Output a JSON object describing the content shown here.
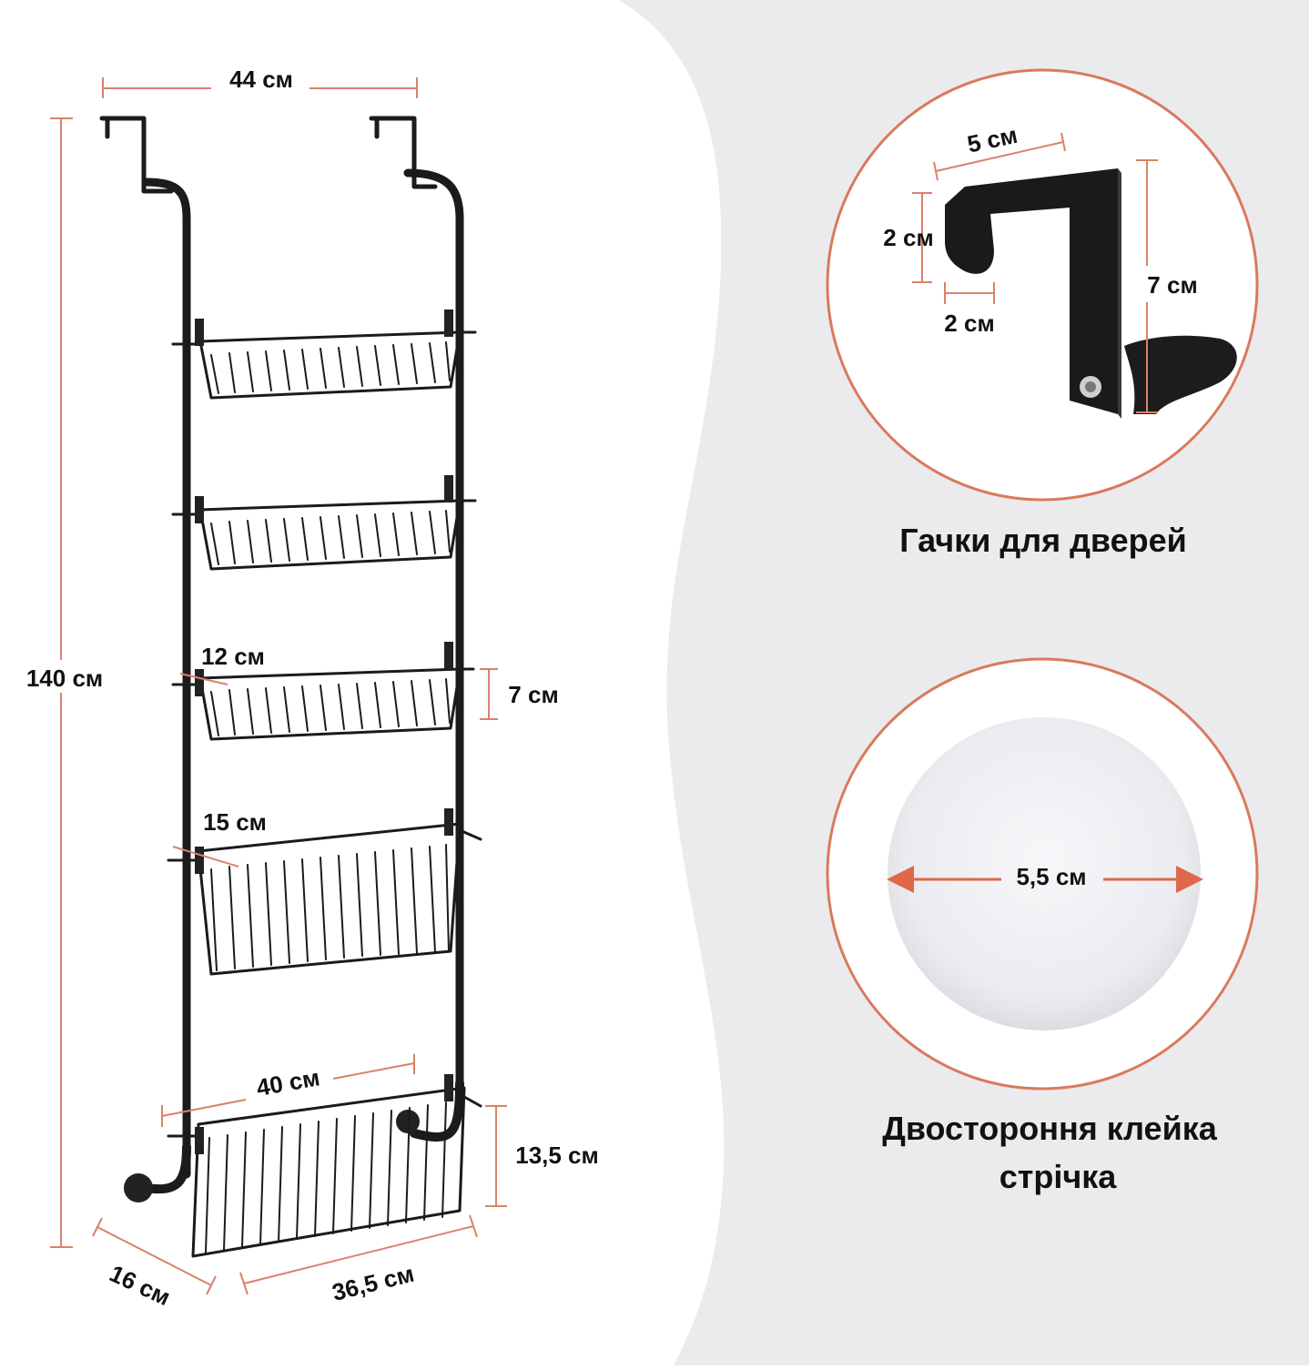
{
  "rack": {
    "width": "44 см",
    "height": "140 см",
    "basket_small_depth": "12 см",
    "basket_small_height": "7 см",
    "basket_mid_depth": "15 см",
    "basket_bottom_width": "40 см",
    "basket_bottom_height": "13,5 см",
    "base_depth": "16 см",
    "base_width": "36,5 см"
  },
  "hook": {
    "width": "5 см",
    "lip_height": "2 см",
    "gap_width": "2 см",
    "height": "7 см",
    "caption": "Гачки для дверей"
  },
  "tape": {
    "diameter": "5,5 см",
    "caption_line1": "Двостороння клейка",
    "caption_line2": "стрічка"
  },
  "colors": {
    "accent": "#d9826a",
    "metal": "#1b1b1b",
    "panel": "#ebebed"
  }
}
